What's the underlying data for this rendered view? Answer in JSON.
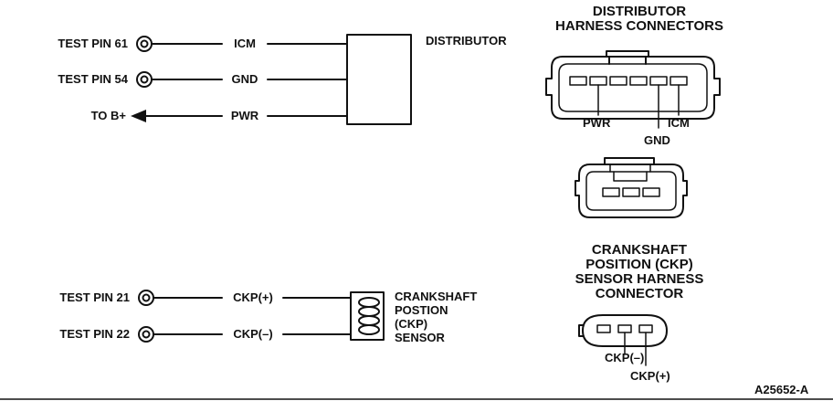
{
  "left_top": {
    "test_pin_61": "TEST PIN 61",
    "test_pin_54": "TEST PIN 54",
    "to_b_plus": "TO B+",
    "icm": "ICM",
    "gnd": "GND",
    "pwr": "PWR",
    "distributor": "DISTRIBUTOR"
  },
  "left_bottom": {
    "test_pin_21": "TEST PIN 21",
    "test_pin_22": "TEST PIN 22",
    "ckp_plus": "CKP(+)",
    "ckp_minus": "CKP(–)",
    "sensor_line1": "CRANKSHAFT",
    "sensor_line2": "POSTION",
    "sensor_line3": "(CKP)",
    "sensor_line4": "SENSOR"
  },
  "right_top": {
    "title_line1": "DISTRIBUTOR",
    "title_line2": "HARNESS CONNECTORS",
    "pwr": "PWR",
    "icm": "ICM",
    "gnd": "GND"
  },
  "right_bottom": {
    "title_line1": "CRANKSHAFT",
    "title_line2": "POSITION (CKP)",
    "title_line3": "SENSOR  HARNESS",
    "title_line4": "CONNECTOR",
    "ckp_minus": "CKP(–)",
    "ckp_plus": "CKP(+)"
  },
  "figure_id": "A25652-A"
}
